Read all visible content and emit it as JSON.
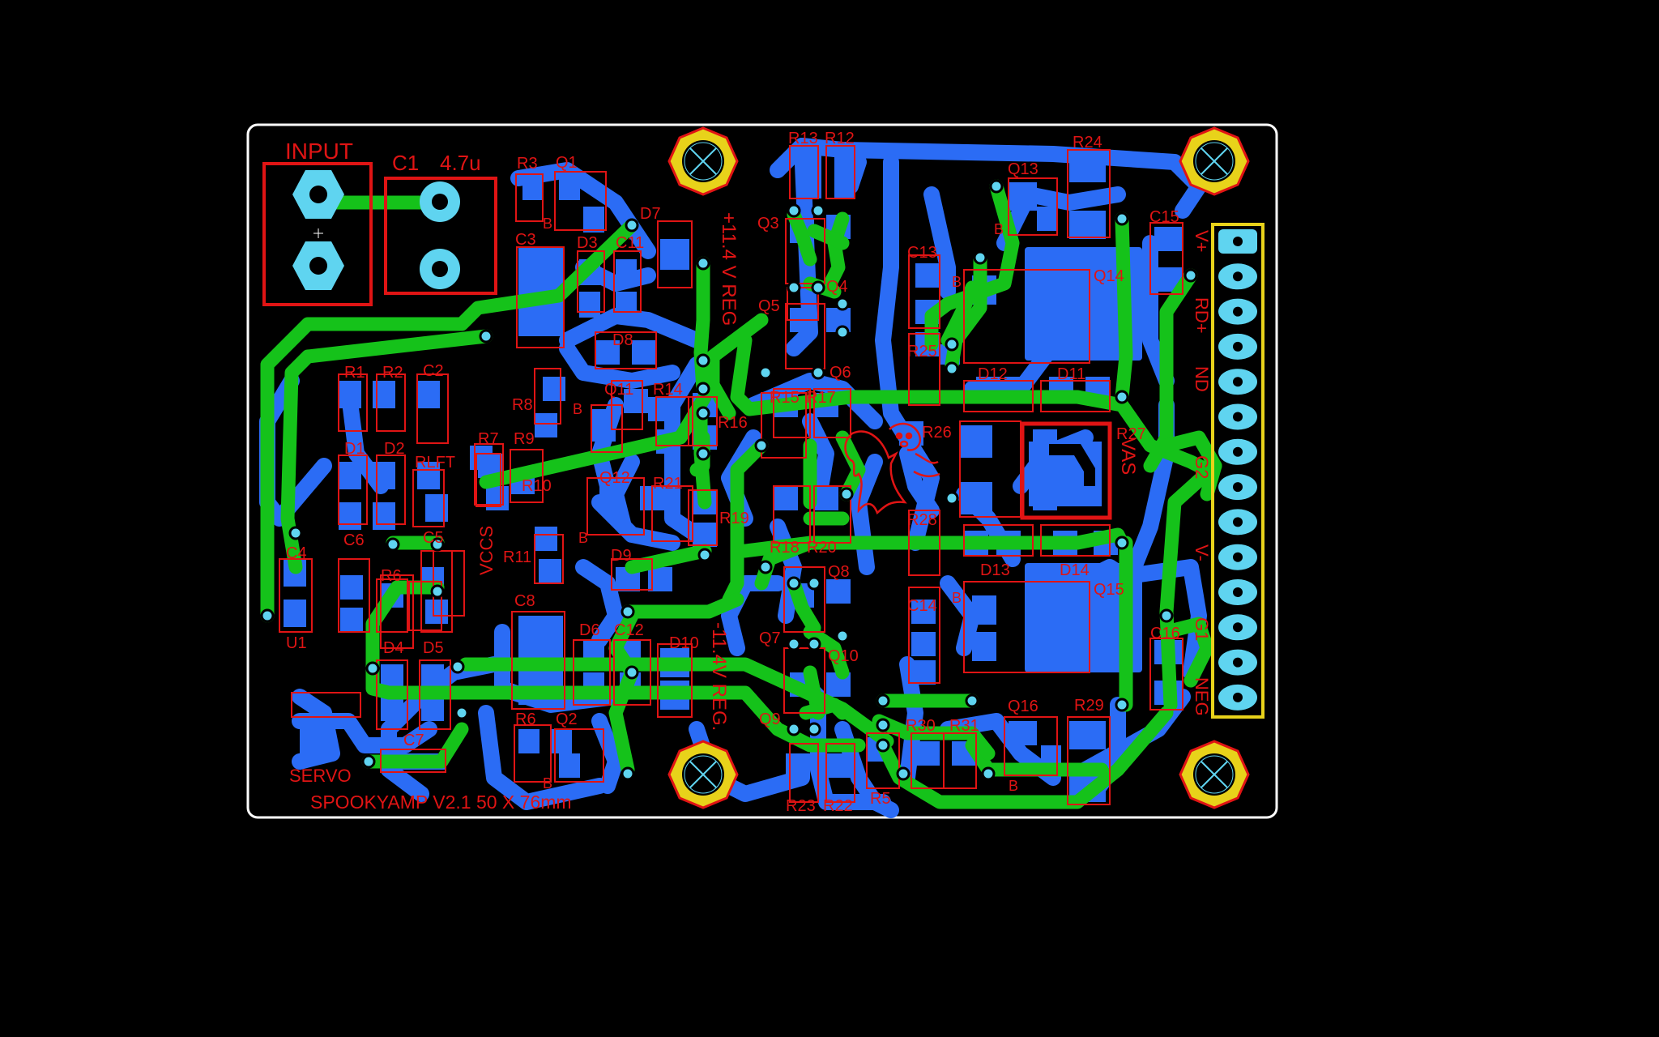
{
  "board": {
    "title": "SPOOKYAMP V2.1 50 X 76mm",
    "colors": {
      "background": "#000000",
      "outline": "#ffffff",
      "bottom_copper": "#2b6cf5",
      "top_copper": "#15c21a",
      "silkscreen": "#e01414",
      "pad": "#5fd4f0",
      "mount_ring": "#e8d21a",
      "connector": "#e8d21a"
    }
  },
  "labels": {
    "input": "INPUT",
    "c1": "C1",
    "c1_value": "4.7u",
    "reg_pos": "+11.4 V REG",
    "reg_neg": "-11.4V REG.",
    "servo": "SERVO",
    "vccs": "VCCS",
    "rlft": "RLFT",
    "vas": "VAS",
    "u1": "U1"
  },
  "components": {
    "r1": "R1",
    "r2": "R2",
    "c2": "C2",
    "r3": "R3",
    "q1": "Q1",
    "c3": "C3",
    "d3": "D3",
    "c11": "C11",
    "d7": "D7",
    "r13": "R13",
    "r12": "R12",
    "r24": "R24",
    "q13": "Q13",
    "c15": "C15",
    "q3": "Q3",
    "q4": "Q4",
    "q5": "Q5",
    "q6": "Q6",
    "c13": "C13",
    "q14": "Q14",
    "d8": "D8",
    "r25": "R25",
    "d12": "D12",
    "d11": "D11",
    "r8": "R8",
    "q11": "Q11",
    "r14": "R14",
    "r15": "R15",
    "r17": "R17",
    "r16": "R16",
    "r26": "R26",
    "r27": "R27",
    "r7": "R7",
    "r9": "R9",
    "d1": "D1",
    "d2": "D2",
    "r10": "R10",
    "q12": "Q12",
    "r21": "R21",
    "r19": "R19",
    "r28": "R28",
    "c4": "C4",
    "c6": "C6",
    "c5": "C5",
    "r11": "R11",
    "d9": "D9",
    "r18": "R18",
    "r20": "R20",
    "q8": "Q8",
    "d13": "D13",
    "d14": "D14",
    "r6a": "R6",
    "c8": "C8",
    "c14": "C14",
    "q15": "Q15",
    "d4": "D4",
    "d5": "D5",
    "d6": "D6",
    "c12": "C12",
    "d10": "D10",
    "q7": "Q7",
    "q10": "Q10",
    "c16": "C16",
    "q9": "Q9",
    "q16": "Q16",
    "r29": "R29",
    "r6b": "R6",
    "q2": "Q2",
    "c7": "C7",
    "r30": "R30",
    "r31": "R31",
    "r5": "R5",
    "r23": "R23",
    "r22": "R22"
  },
  "b_marks": [
    "B",
    "B",
    "B",
    "B",
    "B",
    "B",
    "B",
    "B"
  ],
  "connector_labels": {
    "v_plus": "V+",
    "rd_plus": "RD+",
    "nd": "ND",
    "g2": "G2",
    "v_minus": "V-",
    "g1": "G1",
    "neg": "NEG"
  },
  "connector": {
    "pin_count": 14
  }
}
